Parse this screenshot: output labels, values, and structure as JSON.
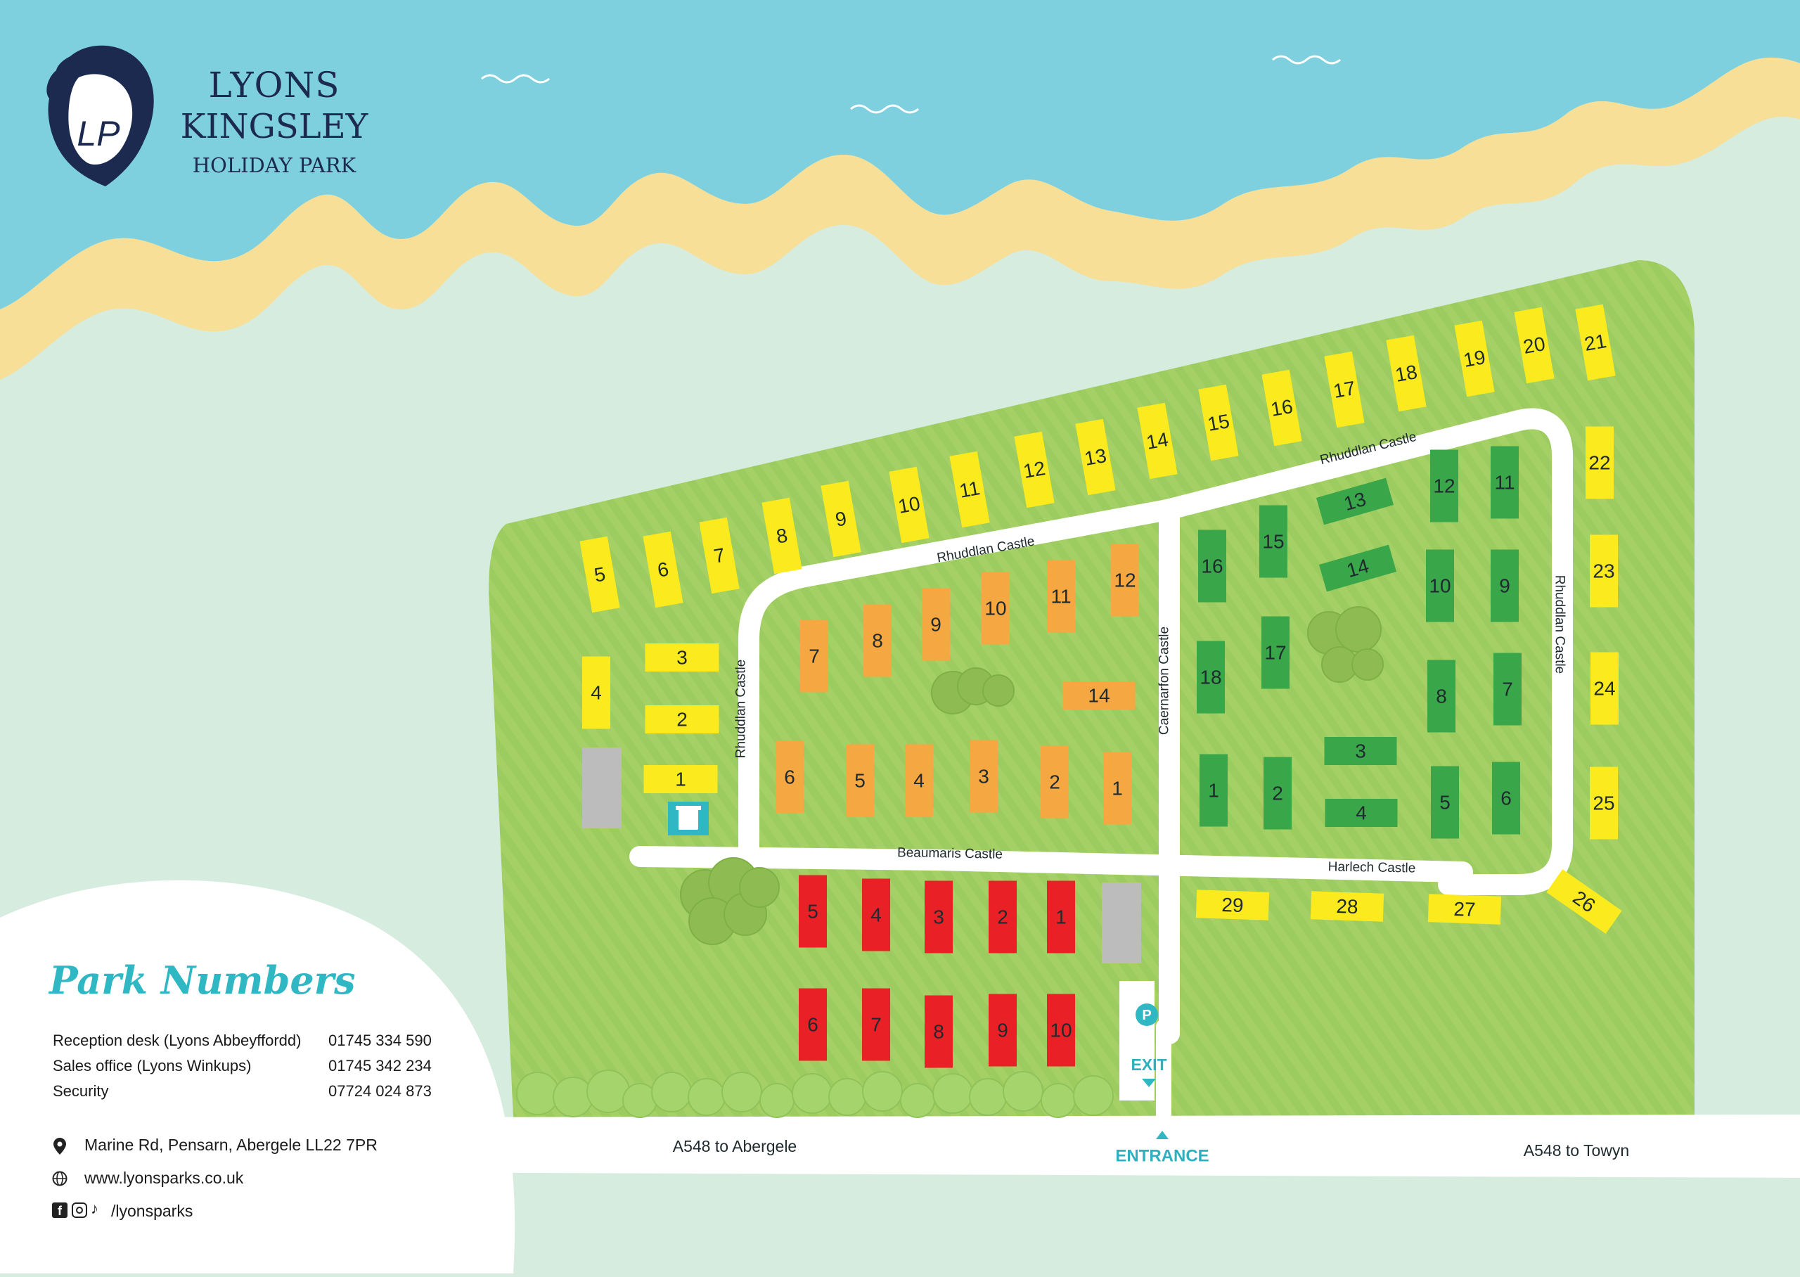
{
  "branding": {
    "line1": "LYONS",
    "line2": "KINGSLEY",
    "line3": "HOLIDAY PARK",
    "monogram": "LP",
    "logo_icon": "lion-head-icon"
  },
  "colors": {
    "sea": "#7fd0df",
    "sand": "#f7df97",
    "grass": "#9bc95e",
    "yellow_zone": "#fbea1e",
    "orange_zone": "#f5a742",
    "green_zone": "#3aa64a",
    "red_zone": "#e92127",
    "accent": "#2fb8c4"
  },
  "roads": {
    "rhuddlan_castle": "Rhuddlan Castle",
    "caernarfon_castle": "Caernarfon Castle",
    "beaumaris_castle": "Beaumaris Castle",
    "harlech_castle": "Harlech Castle",
    "a548_abergele": "A548 to Abergele",
    "a548_towyn": "A548 to Towyn"
  },
  "markers": {
    "parking": "P",
    "exit": "EXIT",
    "entrance": "ENTRANCE",
    "bin_icon": "bin-icon"
  },
  "pitches": {
    "yellow": [
      "1",
      "2",
      "3",
      "4",
      "5",
      "6",
      "7",
      "8",
      "9",
      "10",
      "11",
      "12",
      "13",
      "14",
      "15",
      "16",
      "17",
      "18",
      "19",
      "20",
      "21",
      "22",
      "23",
      "24",
      "25",
      "26",
      "27",
      "28",
      "29"
    ],
    "orange": [
      "1",
      "2",
      "3",
      "4",
      "5",
      "6",
      "7",
      "8",
      "9",
      "10",
      "11",
      "12",
      "14"
    ],
    "green": [
      "1",
      "2",
      "3",
      "4",
      "5",
      "6",
      "7",
      "8",
      "9",
      "10",
      "11",
      "12",
      "13",
      "14",
      "15",
      "16",
      "17",
      "18"
    ],
    "red": [
      "1",
      "2",
      "3",
      "4",
      "5",
      "6",
      "7",
      "8",
      "9",
      "10"
    ]
  },
  "park_numbers": {
    "title": "Park Numbers",
    "contacts": [
      {
        "label": "Reception desk (Lyons Abbeyffordd)",
        "phone": "01745 334 590"
      },
      {
        "label": "Sales office (Lyons Winkups)",
        "phone": "01745 342 234"
      },
      {
        "label": "Security",
        "phone": "07724 024 873"
      }
    ],
    "address": "Marine Rd, Pensarn, Abergele LL22 7PR",
    "website": "www.lyonsparks.co.uk",
    "social": "/lyonsparks",
    "icons": [
      "location-pin-icon",
      "globe-icon",
      "facebook-icon",
      "instagram-icon",
      "tiktok-icon"
    ]
  }
}
